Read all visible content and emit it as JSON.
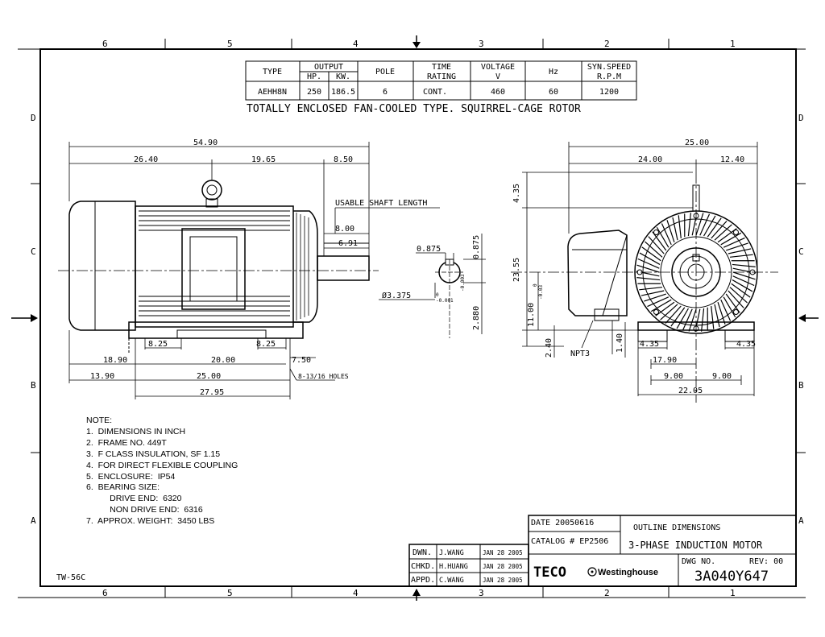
{
  "border": {
    "cols_top": [
      "6",
      "5",
      "4",
      "3",
      "2",
      "1"
    ],
    "cols_bottom": [
      "6",
      "5",
      "4",
      "3",
      "2",
      "1"
    ],
    "rows": [
      "D",
      "C",
      "B",
      "A"
    ]
  },
  "spec_table": {
    "headers": {
      "type": "TYPE",
      "output": "OUTPUT",
      "hp": "HP.",
      "kw": "KW.",
      "pole": "POLE",
      "time1": "TIME",
      "time2": "RATING",
      "volt1": "VOLTAGE",
      "volt2": "V",
      "hz": "Hz",
      "syn1": "SYN.SPEED",
      "syn2": "R.P.M"
    },
    "row": {
      "type": "AEHH8N",
      "hp": "250",
      "kw": "186.5",
      "pole": "6",
      "time": "CONT.",
      "voltage": "460",
      "hz": "60",
      "speed": "1200"
    }
  },
  "subtitle": "TOTALLY ENCLOSED FAN-COOLED TYPE. SQUIRREL-CAGE ROTOR",
  "side_view": {
    "d_total": "54.90",
    "d_left": "26.40",
    "d_mid": "19.65",
    "d_right": "8.50",
    "shaft_label": "USABLE SHAFT LENGTH",
    "d_shaft": "8.00",
    "d_usable": "6.91",
    "b_1": "8.25",
    "b_2": "8.25",
    "b_3": "18.90",
    "b_4": "20.00",
    "b_5": "7.50",
    "b_6": "13.90",
    "b_7": "25.00",
    "b_8": "27.95",
    "holes": "8-13/16 HOLES"
  },
  "shaft_detail": {
    "key_w": "0.875",
    "key_h": "0.875",
    "dia": "Ø3.375",
    "tol_dia": "-0.001",
    "tol_key": "-0.003",
    "shaft_h": "2.880",
    "zero": "0"
  },
  "end_view": {
    "d_total": "25.00",
    "d_left": "24.00",
    "d_right": "12.40",
    "v_top": "4.35",
    "v_main": "23.55",
    "v_low": "11.00",
    "tol": "-0.03",
    "zero": "0",
    "f_1": "2.40",
    "npt": "NPT3",
    "f_2": "1.40",
    "f_3": "4.35",
    "f_4": "4.35",
    "f_5": "17.90",
    "f_6": "9.00",
    "f_7": "9.00",
    "f_8": "22.05"
  },
  "notes": [
    "NOTE:",
    "1.  DIMENSIONS IN INCH",
    "2.  FRAME NO. 449T",
    "3.  F CLASS INSULATION, SF 1.15",
    "4.  FOR DIRECT FLEXIBLE COUPLING",
    "5.  ENCLOSURE:  IP54",
    "6.  BEARING SIZE:",
    "          DRIVE END:  6320",
    "          NON DRIVE END:  6316",
    "7.  APPROX. WEIGHT:  3450 LBS"
  ],
  "title_block": {
    "date": "DATE 20050616",
    "catalog": "CATALOG # EP2506",
    "title1": "OUTLINE   DIMENSIONS",
    "title2": "3-PHASE INDUCTION MOTOR",
    "dwn": "DWN.",
    "dwn_name": "J.WANG",
    "dwn_date": "JAN 28 2005",
    "chk": "CHKD.",
    "chk_name": "H.HUANG",
    "chk_date": "JAN 28 2005",
    "app": "APPD.",
    "app_name": "C.WANG",
    "app_date": "JAN 28 2005",
    "logo1": "TECO",
    "logo2": "Westinghouse",
    "dwg_label": "DWG NO.",
    "rev": "REV: 00",
    "dwg_no": "3A040Y647"
  },
  "form_code": "TW-56C"
}
